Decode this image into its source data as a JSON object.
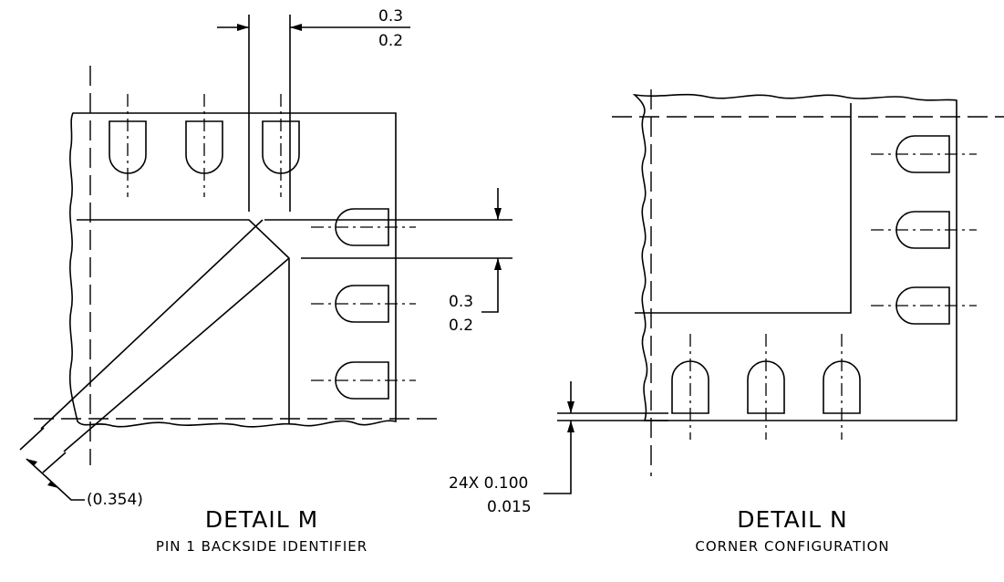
{
  "detail_m": {
    "pitch_dim_top": "0.3",
    "pitch_dim_bottom": "0.2",
    "pad_dim_top": "0.3",
    "pad_dim_bottom": "0.2",
    "chamfer_dim": "(0.354)",
    "title": "DETAIL M",
    "subtitle": "PIN 1 BACKSIDE IDENTIFIER"
  },
  "detail_n": {
    "radius_dim_top": "24X 0.100",
    "radius_dim_bottom": "0.015",
    "title": "DETAIL N",
    "subtitle": "CORNER CONFIGURATION"
  }
}
